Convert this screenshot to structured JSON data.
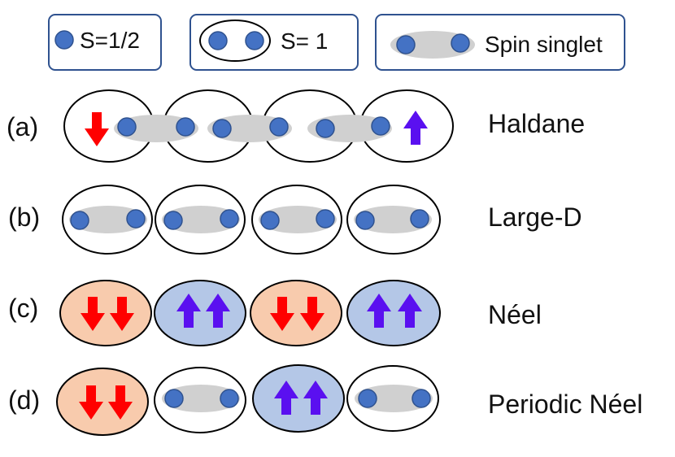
{
  "legend": {
    "s_half": "S=1/2",
    "s_one": "S= 1",
    "singlet": "Spin singlet"
  },
  "rows": [
    {
      "tag": "(a)",
      "name": "Haldane"
    },
    {
      "tag": "(b)",
      "name": "Large-D"
    },
    {
      "tag": "(c)",
      "name": "Néel"
    },
    {
      "tag": "(d)",
      "name": "Periodic Néel"
    }
  ],
  "colors": {
    "spin_fill": "#4472c4",
    "spin_stroke": "#2f528f",
    "singlet_fill": "#d0d0d0",
    "down_arrow": "#ff0000",
    "up_arrow": "#5a10f0",
    "down_site_fill": "#f8cbad",
    "up_site_fill": "#b4c7e7",
    "legend_border": "#2f528f"
  }
}
